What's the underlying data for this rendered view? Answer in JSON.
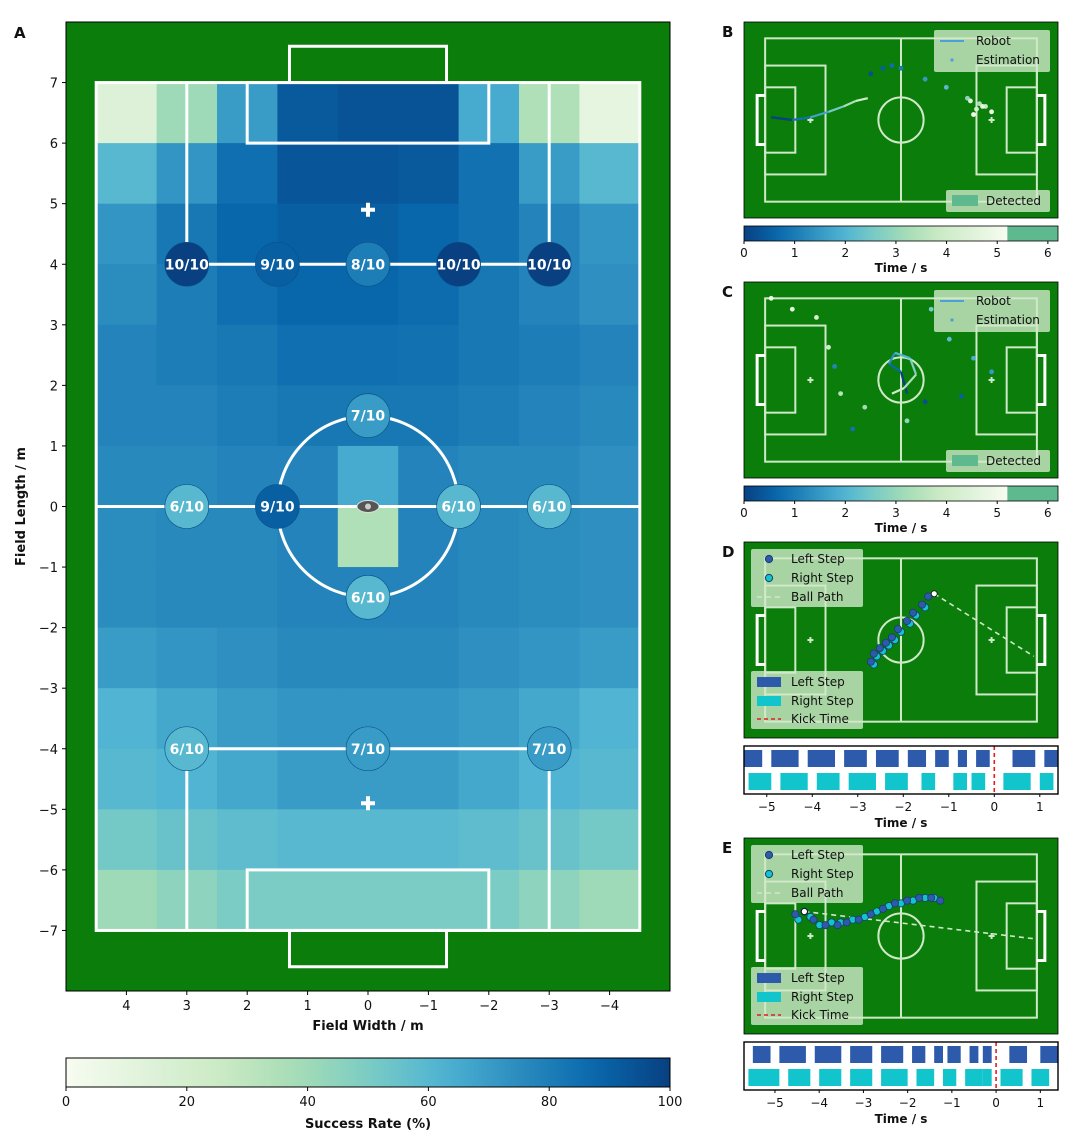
{
  "chart_data": [
    {
      "panel": "A",
      "type": "heatmap",
      "xlabel": "Field Width / m",
      "ylabel": "Field Length / m",
      "x_ticks": [
        "4",
        "3",
        "2",
        "1",
        "0",
        "−1",
        "−2",
        "−3",
        "−4"
      ],
      "y_ticks": [
        "7",
        "6",
        "5",
        "4",
        "3",
        "2",
        "1",
        "0",
        "−1",
        "−2",
        "−3",
        "−4",
        "−5",
        "−6",
        "−7"
      ],
      "xlim": [
        5,
        -5
      ],
      "ylim": [
        -8,
        8
      ],
      "grid_x_centers": [
        4,
        3,
        2,
        1,
        0,
        -1,
        -2,
        -3,
        -4
      ],
      "grid_y_centers": [
        6.5,
        5.5,
        4.5,
        3.5,
        2.5,
        1.5,
        0.5,
        -0.5,
        -1.5,
        -2.5,
        -3.5,
        -4.5,
        -5.5,
        -6.5
      ],
      "success_rate_grid": [
        [
          15,
          40,
          70,
          92,
          94,
          94,
          65,
          35,
          10
        ],
        [
          60,
          72,
          85,
          93,
          93,
          92,
          84,
          70,
          60
        ],
        [
          72,
          82,
          88,
          90,
          90,
          88,
          84,
          78,
          72
        ],
        [
          75,
          80,
          85,
          88,
          88,
          86,
          82,
          78,
          74
        ],
        [
          78,
          80,
          82,
          85,
          85,
          84,
          82,
          80,
          78
        ],
        [
          78,
          78,
          80,
          82,
          82,
          82,
          80,
          78,
          76
        ],
        [
          76,
          76,
          78,
          78,
          65,
          78,
          76,
          76,
          74
        ],
        [
          75,
          76,
          76,
          78,
          35,
          78,
          76,
          75,
          74
        ],
        [
          75,
          76,
          76,
          78,
          78,
          78,
          76,
          75,
          74
        ],
        [
          70,
          72,
          74,
          76,
          76,
          76,
          74,
          72,
          70
        ],
        [
          62,
          66,
          70,
          72,
          72,
          72,
          70,
          66,
          62
        ],
        [
          60,
          62,
          66,
          70,
          70,
          70,
          66,
          62,
          60
        ],
        [
          52,
          55,
          58,
          60,
          60,
          60,
          58,
          55,
          52
        ],
        [
          40,
          45,
          50,
          50,
          50,
          50,
          50,
          45,
          40
        ]
      ],
      "trial_points": [
        {
          "x": 3,
          "y": 4,
          "label": "10/10",
          "rate": 100
        },
        {
          "x": 1.5,
          "y": 4,
          "label": "9/10",
          "rate": 90
        },
        {
          "x": 0,
          "y": 4,
          "label": "8/10",
          "rate": 80
        },
        {
          "x": -1.5,
          "y": 4,
          "label": "10/10",
          "rate": 100
        },
        {
          "x": -3,
          "y": 4,
          "label": "10/10",
          "rate": 100
        },
        {
          "x": 0,
          "y": 1.5,
          "label": "7/10",
          "rate": 70
        },
        {
          "x": 3,
          "y": 0,
          "label": "6/10",
          "rate": 60
        },
        {
          "x": 1.5,
          "y": 0,
          "label": "9/10",
          "rate": 90
        },
        {
          "x": -1.5,
          "y": 0,
          "label": "6/10",
          "rate": 60
        },
        {
          "x": -3,
          "y": 0,
          "label": "6/10",
          "rate": 60
        },
        {
          "x": 0,
          "y": -1.5,
          "label": "6/10",
          "rate": 60
        },
        {
          "x": 3,
          "y": -4,
          "label": "6/10",
          "rate": 60
        },
        {
          "x": 0,
          "y": -4,
          "label": "7/10",
          "rate": 70
        },
        {
          "x": -3,
          "y": -4,
          "label": "7/10",
          "rate": 70
        }
      ],
      "colorbar": {
        "label": "Success Rate (%)",
        "range": [
          0,
          100
        ],
        "ticks": [
          "0",
          "20",
          "40",
          "60",
          "80",
          "100"
        ]
      }
    },
    {
      "panel": "B",
      "type": "scatter",
      "legend": [
        "Robot",
        "Estimation"
      ],
      "legend_placement": "top-right",
      "detected_label": "Detected",
      "colorbar": {
        "label": "Time / s",
        "range": [
          0,
          6.2
        ],
        "ticks": [
          "0",
          "1",
          "2",
          "3",
          "4",
          "5",
          "6"
        ]
      },
      "robot_path": {
        "x": [
          -4.3,
          -3.6,
          -3.0,
          -2.4,
          -1.9,
          -1.5,
          -1.1
        ],
        "y": [
          0.1,
          0.0,
          0.1,
          0.3,
          0.5,
          0.7,
          0.8
        ],
        "t": [
          0,
          1,
          2,
          3,
          4,
          4.8,
          5.2
        ]
      },
      "estimation": {
        "x": [
          -1.0,
          -0.6,
          -0.3,
          0.0,
          0.8,
          1.5,
          2.2,
          2.6,
          2.8,
          2.5,
          2.3,
          2.7,
          3.0,
          2.4
        ],
        "y": [
          1.7,
          1.9,
          2.0,
          1.9,
          1.5,
          1.2,
          0.8,
          0.6,
          0.5,
          0.4,
          0.7,
          0.5,
          0.3,
          0.2
        ],
        "t": [
          0.3,
          0.6,
          0.9,
          1.2,
          1.8,
          2.5,
          3.4,
          4.0,
          4.5,
          5.0,
          5.3,
          5.6,
          6.0,
          6.1
        ]
      }
    },
    {
      "panel": "C",
      "type": "scatter",
      "legend": [
        "Robot",
        "Estimation"
      ],
      "legend_placement": "top-right",
      "detected_label": "Detected",
      "colorbar": {
        "label": "Time / s",
        "range": [
          0,
          6.2
        ],
        "ticks": [
          "0",
          "1",
          "2",
          "3",
          "4",
          "5",
          "6"
        ]
      },
      "robot_path": {
        "x": [
          0.2,
          0.0,
          -0.4,
          -0.2,
          0.3,
          0.5,
          0.1,
          -0.3
        ],
        "y": [
          -0.5,
          0.3,
          0.6,
          1.0,
          0.8,
          0.2,
          -0.3,
          -0.5
        ],
        "t": [
          0,
          0.8,
          1.6,
          2.4,
          3.2,
          4.0,
          4.8,
          5.6
        ]
      },
      "estimation": {
        "x": [
          -4.3,
          -3.6,
          -2.8,
          -2.4,
          -2.0,
          -1.2,
          0.2,
          1.0,
          1.6,
          2.4,
          3.0,
          -2.2,
          -1.6,
          2.0,
          0.8
        ],
        "y": [
          3.0,
          2.6,
          2.3,
          1.2,
          -0.5,
          -1.0,
          -1.5,
          2.6,
          1.5,
          0.8,
          0.3,
          0.5,
          -1.8,
          -0.6,
          -0.8
        ],
        "t": [
          5.8,
          5.5,
          5.0,
          4.6,
          4.2,
          3.8,
          3.5,
          3.0,
          2.6,
          2.2,
          1.8,
          1.4,
          1.0,
          0.6,
          0.3
        ]
      }
    },
    {
      "panel": "D",
      "type": "scatter",
      "legend": [
        "Left Step",
        "Right Step",
        "Ball Path"
      ],
      "legend2": [
        "Left Step",
        "Right Step",
        "Kick Time"
      ],
      "left_steps": {
        "x": [
          -1.0,
          -0.9,
          -0.7,
          -0.5,
          -0.3,
          -0.1,
          0.2,
          0.4,
          0.7,
          0.9
        ],
        "y": [
          -0.8,
          -0.5,
          -0.3,
          -0.1,
          0.1,
          0.4,
          0.7,
          1.0,
          1.3,
          1.6
        ]
      },
      "right_steps": {
        "x": [
          -0.9,
          -0.8,
          -0.6,
          -0.4,
          -0.2,
          0.0,
          0.3,
          0.5,
          0.8
        ],
        "y": [
          -0.9,
          -0.6,
          -0.4,
          -0.2,
          0.0,
          0.3,
          0.6,
          0.9,
          1.2
        ]
      },
      "ball_path": {
        "x": [
          1.1,
          4.4
        ],
        "y": [
          1.7,
          -0.6
        ]
      },
      "gait_axis": {
        "label": "Time / s",
        "ticks": [
          "−5",
          "−4",
          "−3",
          "−2",
          "−1",
          "0",
          "1"
        ],
        "range": [
          -5.5,
          1.4
        ]
      },
      "left_step_intervals": [
        [
          -5.5,
          -5.1
        ],
        [
          -4.9,
          -4.3
        ],
        [
          -4.1,
          -3.5
        ],
        [
          -3.3,
          -2.8
        ],
        [
          -2.6,
          -2.1
        ],
        [
          -1.9,
          -1.5
        ],
        [
          -1.3,
          -1.0
        ],
        [
          -0.8,
          -0.6
        ],
        [
          -0.4,
          -0.1
        ],
        [
          0.4,
          0.9
        ],
        [
          1.1,
          1.4
        ]
      ],
      "right_step_intervals": [
        [
          -5.4,
          -4.9
        ],
        [
          -4.7,
          -4.1
        ],
        [
          -3.9,
          -3.4
        ],
        [
          -3.2,
          -2.6
        ],
        [
          -2.4,
          -1.9
        ],
        [
          -1.6,
          -1.3
        ],
        [
          -0.9,
          -0.6
        ],
        [
          -0.5,
          -0.2
        ],
        [
          0.2,
          0.8
        ],
        [
          1.0,
          1.3
        ]
      ],
      "kick_time": 0
    },
    {
      "panel": "E",
      "type": "scatter",
      "legend": [
        "Left Step",
        "Right Step",
        "Ball Path"
      ],
      "legend2": [
        "Left Step",
        "Right Step",
        "Kick Time"
      ],
      "left_steps": {
        "x": [
          -3.5,
          -3.2,
          -2.9,
          -2.5,
          -2.1,
          -1.8,
          -1.4,
          -1.0,
          -0.6,
          -0.2,
          0.2,
          0.6,
          1.0,
          1.3
        ],
        "y": [
          0.8,
          0.9,
          0.6,
          0.4,
          0.4,
          0.5,
          0.6,
          0.8,
          1.0,
          1.2,
          1.3,
          1.4,
          1.4,
          1.3
        ]
      },
      "right_steps": {
        "x": [
          -3.4,
          -3.0,
          -2.7,
          -2.3,
          -2.0,
          -1.6,
          -1.2,
          -0.8,
          -0.4,
          0.0,
          0.4,
          0.8,
          1.1
        ],
        "y": [
          0.6,
          0.7,
          0.4,
          0.5,
          0.5,
          0.6,
          0.7,
          0.9,
          1.1,
          1.2,
          1.3,
          1.4,
          1.4
        ]
      },
      "ball_path": {
        "x": [
          -3.2,
          4.4
        ],
        "y": [
          0.9,
          -0.1
        ]
      },
      "gait_axis": {
        "label": "Time / s",
        "ticks": [
          "−5",
          "−4",
          "−3",
          "−2",
          "−1",
          "0",
          "1"
        ],
        "range": [
          -5.7,
          1.4
        ]
      },
      "left_step_intervals": [
        [
          -5.5,
          -5.1
        ],
        [
          -4.9,
          -4.3
        ],
        [
          -4.1,
          -3.5
        ],
        [
          -3.3,
          -2.8
        ],
        [
          -2.6,
          -2.1
        ],
        [
          -1.9,
          -1.6
        ],
        [
          -1.4,
          -1.2
        ],
        [
          -1.1,
          -0.8
        ],
        [
          -0.6,
          -0.4
        ],
        [
          -0.3,
          -0.1
        ],
        [
          0.3,
          0.7
        ],
        [
          1.0,
          1.4
        ]
      ],
      "right_step_intervals": [
        [
          -5.6,
          -4.9
        ],
        [
          -4.7,
          -4.2
        ],
        [
          -4.0,
          -3.5
        ],
        [
          -3.3,
          -2.8
        ],
        [
          -2.6,
          -2.0
        ],
        [
          -1.8,
          -1.4
        ],
        [
          -1.2,
          -0.9
        ],
        [
          -0.7,
          -0.3
        ],
        [
          -0.3,
          -0.1
        ],
        [
          0.1,
          0.6
        ],
        [
          0.8,
          1.2
        ]
      ],
      "kick_time": 0
    }
  ],
  "panel_labels": [
    "A",
    "B",
    "C",
    "D",
    "E"
  ],
  "colors": {
    "field_green": "#0a7d0a",
    "line_white": "#ffffff",
    "left_step": "#2e5aac",
    "right_step": "#12c4cc",
    "kick_time": "#e02020",
    "detected": "#5fb98e"
  }
}
